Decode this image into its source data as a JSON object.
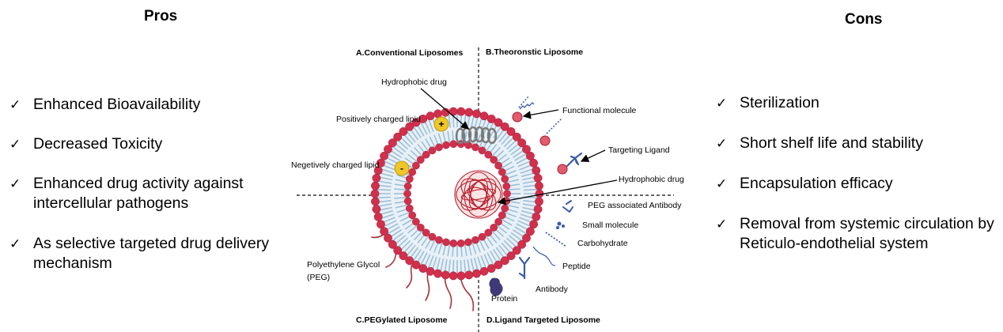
{
  "pros": {
    "title": "Pros",
    "items": [
      "Enhanced Bioavailability",
      "Decreased Toxicity",
      "Enhanced drug activity against intercellular pathogens",
      "As selective targeted drug delivery mechanism"
    ]
  },
  "cons": {
    "title": "Cons",
    "items": [
      "Sterilization",
      "Short shelf life and stability",
      "Encapsulation efficacy",
      "Removal from systemic circulation by Reticulo-endothelial system"
    ]
  },
  "checkmark": "✓",
  "diagram": {
    "quadrants": {
      "a": "A.Conventional Liposomes",
      "b": "B.Theoronstic Liposome",
      "c": "C.PEGylated Liposome",
      "d": "D.Ligand Targeted Liposome"
    },
    "labels": {
      "hydrophobic_drug_top": "Hydrophobic drug",
      "positively_charged": "Positively charged lipid",
      "negatively_charged": "Negetively  charged lipid",
      "functional_molecule": "Functional molecule",
      "targeting_ligand": "Targeting Ligand",
      "hydrophobic_drug_core": "Hydrophobic drug",
      "peg_antibody": "PEG associated Antibody",
      "small_molecule": "Small molecule",
      "carbohydrate": "Carbohydrate",
      "peptide": "Peptide",
      "antibody": "Antibody",
      "protein": "Protein",
      "peg_line1": "Polyethylene Glycol",
      "peg_line2": "(PEG)"
    },
    "charge_plus": "+",
    "charge_minus": "-",
    "colors": {
      "head": "#d0304c",
      "tail": "#9fbfd6",
      "interior": "#e8f1f8",
      "core": "#b81f2e",
      "peg": "#a8323a",
      "ligand": "#3b5ba8",
      "protein": "#3e3a78",
      "charge": "#efc629"
    }
  }
}
